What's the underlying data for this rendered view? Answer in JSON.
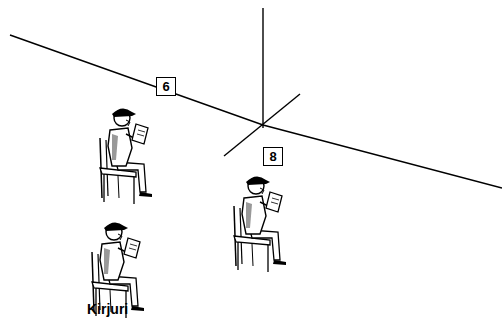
{
  "diagram": {
    "nodes": [
      {
        "text": [
          "6"
        ]
      },
      {
        "text": [
          "8"
        ]
      }
    ],
    "labels": [
      "Kirjuri"
    ]
  }
}
